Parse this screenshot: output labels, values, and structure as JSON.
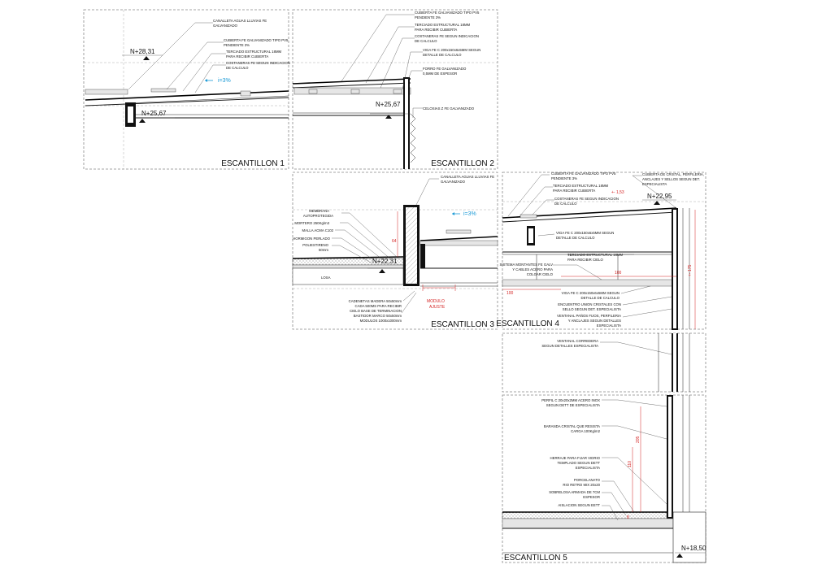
{
  "sections": [
    {
      "title": "ESCANTILLON 1",
      "levels": [
        "N+28,31",
        "N+25,67"
      ],
      "slope": "i=3%",
      "notes": [
        "CANALLETA AGUAS LLUVIAS FE",
        "GALVANIZADO",
        "CUBIERTA FE GALVANIZADO TIPO PV5",
        "PENDIENTE 3%",
        "TERCIADO ESTRUCTURAL 18MM",
        "PARA RECIBIR CUBIERTA",
        "COSTANERAS FE SEGUN INDICACION",
        "DE CALCULO"
      ]
    },
    {
      "title": "ESCANTILLON 2",
      "levels": [
        "N+25,67"
      ],
      "notes": [
        "CUBIERTA FE GALVANIZADO TIPO PV5",
        "PENDIENTE 3%",
        "TERCIADO ESTRUCTURAL 18MM",
        "PARA RECIBIR CUBIERTA",
        "COSTANERAS FE SEGUN INDICACION",
        "DE CALCULO",
        "VIGA FE C 200x150x6x5MM SEGUN",
        "DETALLE DE CALCULO",
        "FORRO FE GALVANIZADO",
        "0,5MM DE ESPESOR",
        "CELOSIAS Z FE GALVANIZADO"
      ]
    },
    {
      "title": "ESCANTILLON 3",
      "levels": [
        "N+22,31"
      ],
      "slope": "i=3%",
      "dims": [
        "64",
        "MODULO",
        "AJUSTE"
      ],
      "slab_label": "LOSA",
      "notes_right": [
        "CANALLETA AGUAS LLUVIAS FE",
        "GALVANIZADO"
      ],
      "notes_left": [
        "MEMBRANA",
        "AUTOPROTEGIDA",
        "MORTERO 250Kg/m3",
        "MALLA ACMA C102",
        "HORMIGON PERLADO",
        "POLIESTIRENO",
        "50mm"
      ],
      "notes_bottom": [
        "CADENETAS MADERA 50x50mm",
        "CADA 500MS PARA RECIBIR",
        "CIELO BASE DE TERMINACION",
        "BASTIDOR MARCO 50x50mm",
        "MODULOS 1000x1000mm"
      ]
    },
    {
      "title": "ESCANTILLON 4",
      "levels": [
        "N+22,95"
      ],
      "dims": [
        "+- 1,53",
        "100",
        "100",
        "+- 175"
      ],
      "notes_top": [
        "CUBIERTA FE GALVANIZADO TIPO PV5",
        "PENDIENTE 3%",
        "TERCIADO ESTRUCTURAL 18MM",
        "PARA RECIBIR CUBIERTA",
        "COSTANERAS FE SEGUN INDICACION",
        "DE CALCULO"
      ],
      "notes_topright": [
        "CUBIERTA DE CRISTAL, PERFILERIA,",
        "ANCLAJES Y SELLOS SEGUN DET.",
        "ESPECIALISTA"
      ],
      "notes_mid": [
        "VIGA FE C 200x150x6x5MM SEGUN",
        "DETALLE DE CALCULO",
        "TERCIADO ESTRUCTURAL 18MM",
        "PARA RECIBIR CIELO",
        "SISTEMA MONTANTES FE GALV",
        "Y CABLES ACERO PARA",
        "COLGAR CIELO"
      ],
      "notes_bottom": [
        "VIGA FE C 200x150x6x5MM SEGUN",
        "DETALLE DE CALCULO",
        "ENCUENTRO UNION CRISTALES CON",
        "SELLO SEGUN DET. ESPECIALISTA",
        "VENTANAL PAÑOS FIJOS, PERFILERIA",
        "Y ANCLAJES SEGUN DETALLES",
        "ESPECIALISTA"
      ]
    },
    {
      "notes": [
        "VENTANAL CORREDERA",
        "SEGUN DETALLES ESPECIALISTA"
      ]
    },
    {
      "title": "ESCANTILLON 5",
      "levels": [
        "N+18,50"
      ],
      "dims": [
        "205",
        "110",
        "8"
      ],
      "notes": [
        "PERFIL C 20x20x2MM ACERO INOX",
        "SEGUN DETT DE ESPECIALISTA",
        "BARANDA CRISTAL QUE RESISTA",
        "CARGA 100Kg/m2",
        "HERRAJE PARA FIJAR VIDRIO",
        "TEMPLADO SEGUN DETT",
        "ESPECIALISTA",
        "PORCELANATO",
        "RIO RETRO MIX 20x20",
        "SOBRELOSA ARMADA DE 7CM",
        "ESPESOR",
        "AISLACION SEGUN EETT"
      ]
    }
  ]
}
